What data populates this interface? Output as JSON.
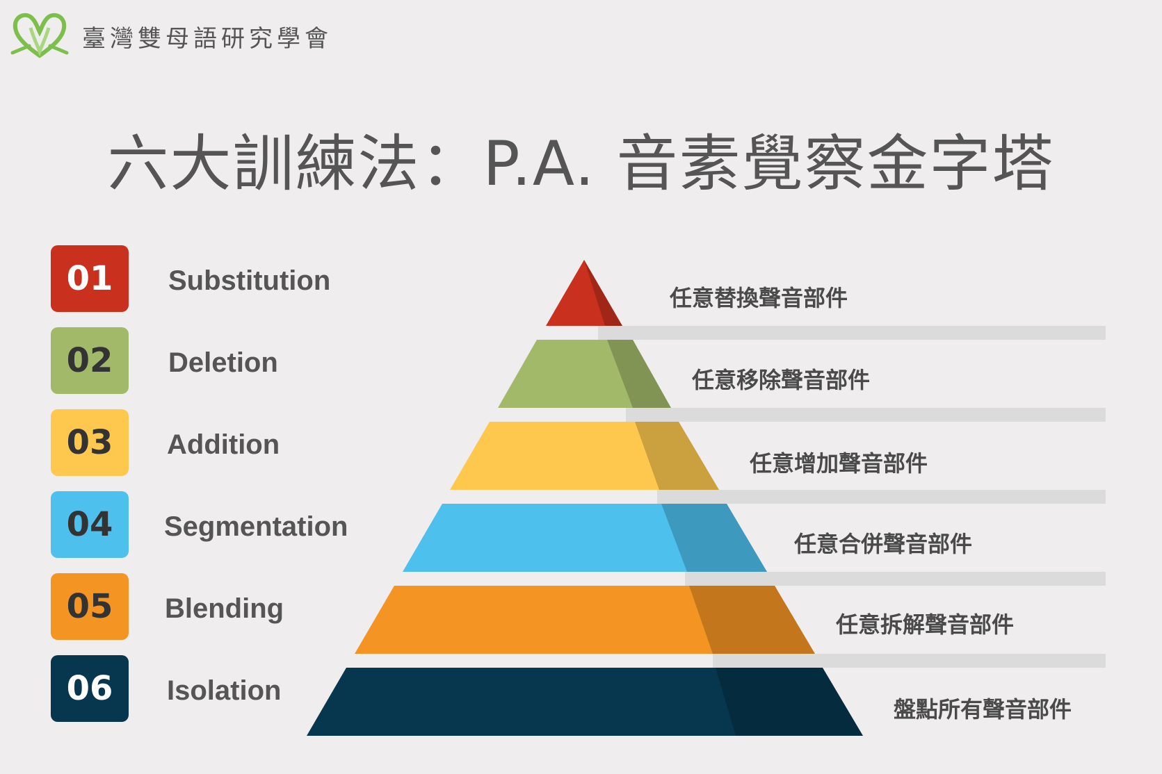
{
  "header": {
    "org_name": "臺灣雙母語研究學會"
  },
  "title": "六大訓練法：P.A. 音素覺察金字塔",
  "items": [
    {
      "num": "01",
      "name": "Substitution",
      "desc": "任意替換聲音部件",
      "color": "#c9301e",
      "num_color": "#ffffff"
    },
    {
      "num": "02",
      "name": "Deletion",
      "desc": "任意移除聲音部件",
      "color": "#a3b96a",
      "num_color": "#333333"
    },
    {
      "num": "03",
      "name": "Addition",
      "desc": "任意增加聲音部件",
      "color": "#fec84f",
      "num_color": "#333333"
    },
    {
      "num": "04",
      "name": "Segmentation",
      "desc": "任意合併聲音部件",
      "color": "#4dc0ed",
      "num_color": "#333333"
    },
    {
      "num": "05",
      "name": "Blending",
      "desc": "任意拆解聲音部件",
      "color": "#f49423",
      "num_color": "#333333"
    },
    {
      "num": "06",
      "name": "Isolation",
      "desc": "盤點所有聲音部件",
      "color": "#07364f",
      "num_color": "#ffffff"
    }
  ]
}
